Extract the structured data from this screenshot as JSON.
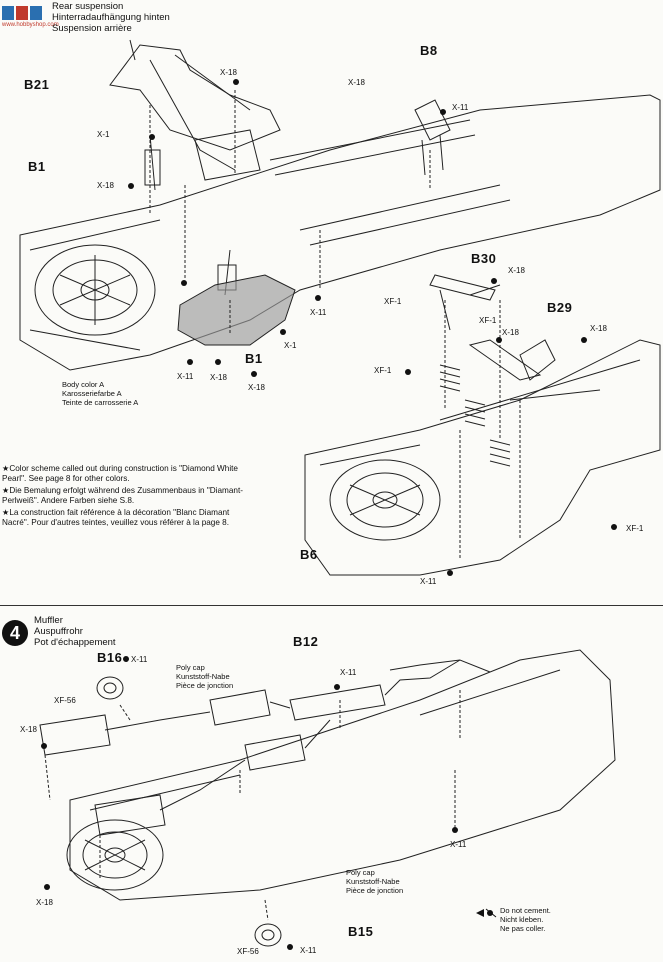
{
  "watermark": {
    "site": "www.hobbyshop.com"
  },
  "section_rear": {
    "title_en": "Rear suspension",
    "title_de": "Hinterradaufhängung hinten",
    "title_fr": "Suspension arrière"
  },
  "labels_rear": {
    "b21": "B21",
    "b8": "B8",
    "b1_top": "B1",
    "b1_bottom": "B1",
    "b30": "B30",
    "b29": "B29",
    "b6": "B6"
  },
  "screws_rear": {
    "x18_a": "X-18",
    "x18_b": "X-18",
    "x11_a": "X-11",
    "x1_a": "X-1",
    "x18_c": "X-18",
    "x11_b": "X-11",
    "x1_b": "X-1",
    "x11_c": "X-11",
    "x18_d": "X-18",
    "x18_e": "X-18",
    "x18_f": "X-18",
    "xf1_a": "XF-1",
    "xf1_b": "XF-1",
    "x18_g": "X-18",
    "x18_h": "X-18",
    "xf1_c": "XF-1",
    "xf1_d": "XF-1",
    "x11_d": "X-11"
  },
  "body_color": {
    "en": "Body color A",
    "de": "Karosseriefarbe A",
    "fr": "Teinte de carrosserie A"
  },
  "color_note": [
    "★Color scheme called out during construction is \"Diamond White Pearl\". See page 8 for other colors.",
    "★Die Bemalung erfolgt während des Zusammenbaus in \"Diamant-Perlweiß\". Andere Farben siehe S.8.",
    "★La construction fait référence à la décoration \"Blanc Diamant Nacré\". Pour d'autres teintes, veuillez vous référer à la page 8."
  ],
  "step4": {
    "number": "4",
    "title_en": "Muffler",
    "title_de": "Auspuffrohr",
    "title_fr": "Pot d'échappement"
  },
  "labels_step4": {
    "b16": "B16",
    "b12": "B12",
    "b15": "B15"
  },
  "screws_step4": {
    "x11_a": "X-11",
    "xf56_a": "XF-56",
    "x18_a": "X-18",
    "x11_b": "X-11",
    "x11_c": "X-11",
    "x18_b": "X-18",
    "xf56_b": "XF-56",
    "x11_d": "X-11"
  },
  "polycap_top": {
    "en": "Poly cap",
    "de": "Kunststoff-Nabe",
    "fr": "Pièce de jonction"
  },
  "polycap_bottom": {
    "en": "Poly cap",
    "de": "Kunststoff-Nabe",
    "fr": "Pièce de jonction"
  },
  "no_cement": {
    "en": "Do not cement.",
    "de": "Nicht kleben.",
    "fr": "Ne pas coller."
  }
}
